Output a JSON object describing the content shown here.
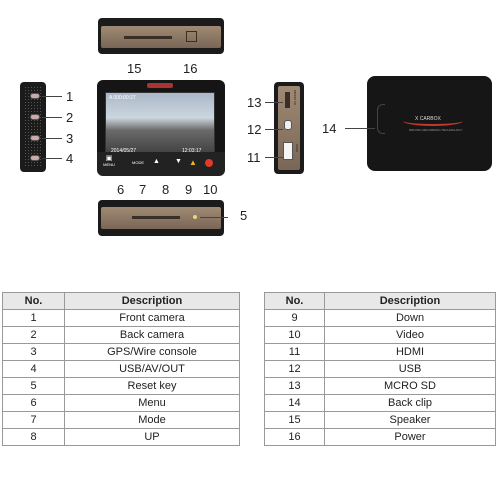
{
  "callouts": [
    "1",
    "2",
    "3",
    "4",
    "5",
    "6",
    "7",
    "8",
    "9",
    "10",
    "11",
    "12",
    "13",
    "14",
    "15",
    "16"
  ],
  "screen": {
    "top_left_text": "A 000:00:27",
    "bottom_left_text": "2014/05/27",
    "bottom_right_text": "12:03:17"
  },
  "bottom_labels": {
    "menu": "MENU",
    "mode": "MODE"
  },
  "back_logo": {
    "brand": "X CARBOX",
    "tagline": "DRIVING RECORDING TECHNOLOGY"
  },
  "side_labels": {
    "micro_sd": "MICRO SD",
    "hdmi": "HDMI"
  },
  "table_headers": {
    "no": "No.",
    "description": "Description"
  },
  "left_table": [
    {
      "no": "1",
      "desc": "Front camera"
    },
    {
      "no": "2",
      "desc": "Back camera"
    },
    {
      "no": "3",
      "desc": "GPS/Wire console"
    },
    {
      "no": "4",
      "desc": "USB/AV/OUT"
    },
    {
      "no": "5",
      "desc": "Reset key"
    },
    {
      "no": "6",
      "desc": "Menu"
    },
    {
      "no": "7",
      "desc": "Mode"
    },
    {
      "no": "8",
      "desc": "UP"
    }
  ],
  "right_table": [
    {
      "no": "9",
      "desc": "Down"
    },
    {
      "no": "10",
      "desc": "Video"
    },
    {
      "no": "11",
      "desc": "HDMI"
    },
    {
      "no": "12",
      "desc": "USB"
    },
    {
      "no": "13",
      "desc": "MCRO SD"
    },
    {
      "no": "14",
      "desc": "Back clip"
    },
    {
      "no": "15",
      "desc": "Speaker"
    },
    {
      "no": "16",
      "desc": "Power"
    }
  ]
}
